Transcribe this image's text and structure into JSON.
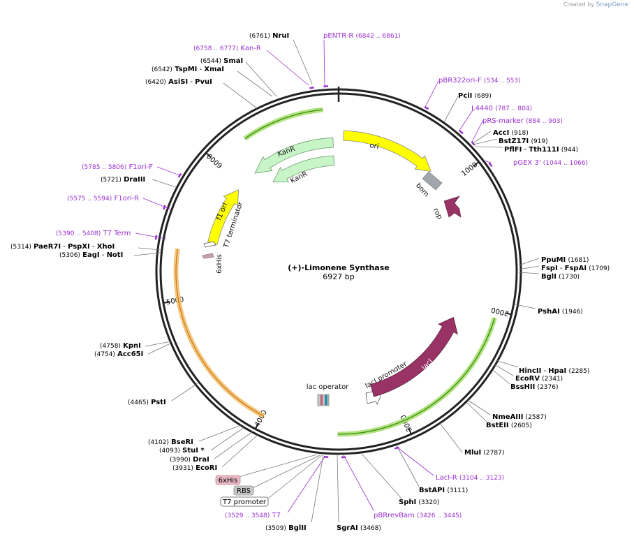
{
  "credit": {
    "prefix": "Created by",
    "brand": "SnapGene"
  },
  "plasmid": {
    "name": "(+)-Limonene Synthase",
    "size": "6927 bp",
    "length": 6927
  },
  "colors": {
    "enzyme_text": "#000000",
    "primer": "#9a2fd0",
    "ori": "#ffff00",
    "kanr": "#c8f5c8",
    "laci": "#993366",
    "bom": "#a0a6ab",
    "f1ori": "#ffff00",
    "highlight_green": "#a8e070",
    "highlight_orange": "#f5c270"
  },
  "ticks": [
    "1000",
    "2000",
    "3000",
    "4000",
    "5000",
    "6000"
  ],
  "features": [
    {
      "id": "ori",
      "label": "ori"
    },
    {
      "id": "kanr1",
      "label": "KanR"
    },
    {
      "id": "kanr2",
      "label": "KanR"
    },
    {
      "id": "bom",
      "label": "bom"
    },
    {
      "id": "rop",
      "label": "rop"
    },
    {
      "id": "f1ori",
      "label": "f1 ori"
    },
    {
      "id": "t7term",
      "label": "T7 terminator"
    },
    {
      "id": "hisbox",
      "label": "6xHis"
    },
    {
      "id": "lacop",
      "label": "lac operator"
    },
    {
      "id": "lacipro",
      "label": "lacI promoter"
    },
    {
      "id": "laci",
      "label": "lacI"
    }
  ],
  "labels": [
    {
      "pos": "(6761)",
      "name": "NruI",
      "kind": "enzyme"
    },
    {
      "name": "pENTR-R",
      "range": "(6842 .. 6861)",
      "kind": "primer"
    },
    {
      "range": "(6758 .. 6777)",
      "name": "Kan-R",
      "kind": "primer"
    },
    {
      "pos": "(6544)",
      "name": "SmaI",
      "kind": "enzyme"
    },
    {
      "pos": "(6542)",
      "name": "TspMI",
      "name2": "XmaI",
      "kind": "enzyme"
    },
    {
      "pos": "(6420)",
      "name": "AsiSI",
      "name2": "PvuI",
      "kind": "enzyme"
    },
    {
      "range": "(5785 .. 5806)",
      "name": "F1ori-F",
      "kind": "primer"
    },
    {
      "pos": "(5721)",
      "name": "DraIII",
      "kind": "enzyme"
    },
    {
      "range": "(5575 .. 5594)",
      "name": "F1ori-R",
      "kind": "primer"
    },
    {
      "range": "(5390 .. 5408)",
      "name": "T7 Term",
      "kind": "primer"
    },
    {
      "pos": "(5314)",
      "name": "PaeR7I",
      "name2": "PspXI",
      "name3": "XhoI",
      "kind": "enzyme"
    },
    {
      "pos": "(5306)",
      "name": "EagI",
      "name2": "NotI",
      "kind": "enzyme"
    },
    {
      "pos": "(4758)",
      "name": "KpnI",
      "kind": "enzyme"
    },
    {
      "pos": "(4754)",
      "name": "Acc65I",
      "kind": "enzyme"
    },
    {
      "pos": "(4465)",
      "name": "PstI",
      "kind": "enzyme"
    },
    {
      "pos": "(4102)",
      "name": "BseRI",
      "kind": "enzyme"
    },
    {
      "pos": "(4093)",
      "name": "StuI *",
      "kind": "enzyme"
    },
    {
      "pos": "(3990)",
      "name": "DraI",
      "kind": "enzyme"
    },
    {
      "pos": "(3931)",
      "name": "EcoRI",
      "kind": "enzyme"
    },
    {
      "name": "6xHis",
      "kind": "tag"
    },
    {
      "name": "RBS",
      "kind": "tag"
    },
    {
      "name": "T7 promoter",
      "kind": "tag"
    },
    {
      "range": "(3529 .. 3548)",
      "name": "T7",
      "kind": "primer"
    },
    {
      "pos": "(3509)",
      "name": "BglII",
      "kind": "enzyme"
    },
    {
      "name": "SgrAI",
      "pos": "(3468)",
      "kind": "enzyme"
    },
    {
      "name": "pBRrevBam",
      "range": "(3426 .. 3445)",
      "kind": "primer"
    },
    {
      "name": "SphI",
      "pos": "(3320)",
      "kind": "enzyme"
    },
    {
      "name": "BstAPI",
      "pos": "(3111)",
      "kind": "enzyme"
    },
    {
      "name": "LacI-R",
      "range": "(3104 .. 3123)",
      "kind": "primer"
    },
    {
      "name": "MluI",
      "pos": "(2787)",
      "kind": "enzyme"
    },
    {
      "name": "BstEII",
      "pos": "(2605)",
      "kind": "enzyme"
    },
    {
      "name": "NmeAIII",
      "pos": "(2587)",
      "kind": "enzyme"
    },
    {
      "name": "BssHII",
      "pos": "(2376)",
      "kind": "enzyme"
    },
    {
      "name": "EcoRV",
      "pos": "(2341)",
      "kind": "enzyme"
    },
    {
      "name": "HincII",
      "name2": "HpaI",
      "pos": "(2285)",
      "kind": "enzyme"
    },
    {
      "name": "PshAI",
      "pos": "(1946)",
      "kind": "enzyme"
    },
    {
      "name": "BglI",
      "pos": "(1730)",
      "kind": "enzyme"
    },
    {
      "name": "FspI",
      "name2": "FspAI",
      "pos": "(1709)",
      "kind": "enzyme"
    },
    {
      "name": "PpuMI",
      "pos": "(1681)",
      "kind": "enzyme"
    },
    {
      "name": "pGEX 3'",
      "range": "(1044 .. 1066)",
      "kind": "primer"
    },
    {
      "name": "PflFI",
      "name2": "Tth111I",
      "pos": "(944)",
      "kind": "enzyme"
    },
    {
      "name": "BstZ17I",
      "pos": "(919)",
      "kind": "enzyme"
    },
    {
      "name": "AccI",
      "pos": "(918)",
      "kind": "enzyme"
    },
    {
      "name": "pRS-marker",
      "range": "(884 .. 903)",
      "kind": "primer"
    },
    {
      "name": "L4440",
      "range": "(787 .. 804)",
      "kind": "primer"
    },
    {
      "name": "PciI",
      "pos": "(689)",
      "kind": "enzyme"
    },
    {
      "name": "pBR322ori-F",
      "range": "(534 .. 553)",
      "kind": "primer"
    }
  ]
}
